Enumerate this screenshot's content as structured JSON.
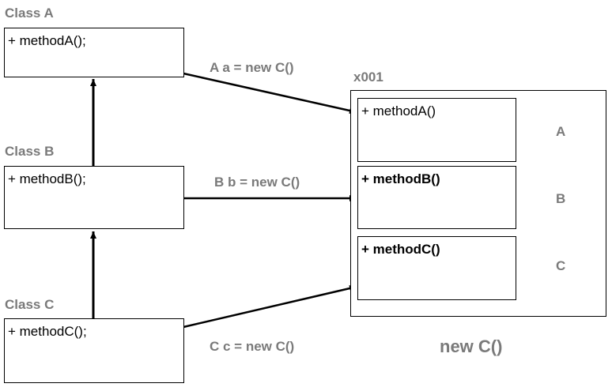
{
  "class_a": {
    "title": "Class A",
    "method": "+ methodA();"
  },
  "class_b": {
    "title": "Class B",
    "method": "+ methodB();"
  },
  "class_c": {
    "title": "Class C",
    "method": "+ methodC();"
  },
  "arrows": {
    "a": "A a = new C()",
    "b": "B b = new C()",
    "c": "C c = new C()"
  },
  "object": {
    "address": "x001",
    "caption": "new C()",
    "slots": [
      {
        "method": "+ methodA()",
        "letter": "A"
      },
      {
        "method": "+ methodB()",
        "letter": "B"
      },
      {
        "method": "+ methodC()",
        "letter": "C"
      }
    ]
  }
}
